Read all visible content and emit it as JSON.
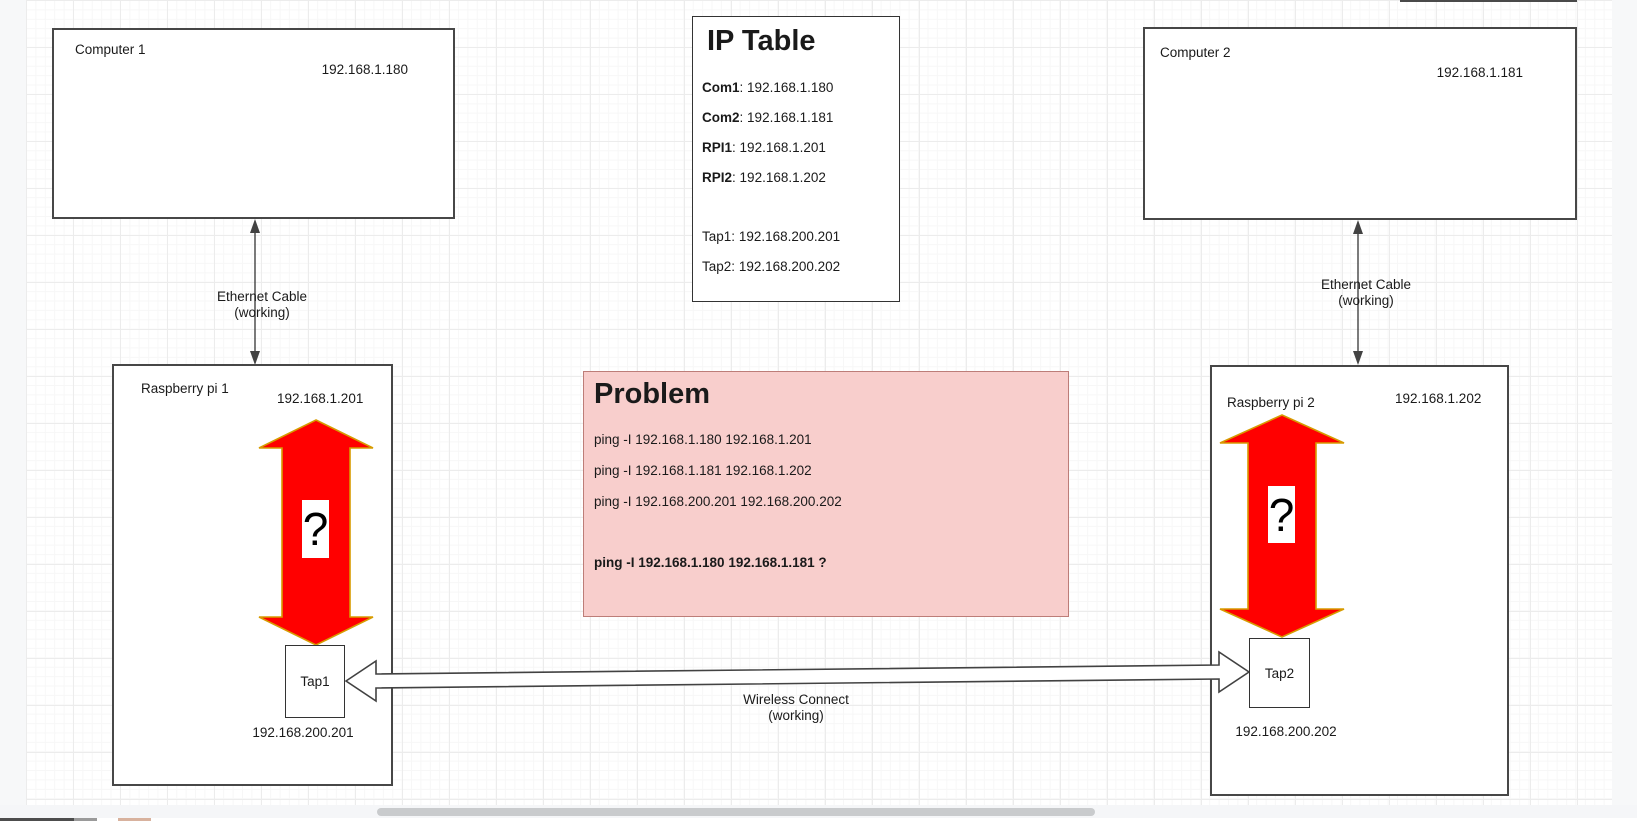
{
  "diagram": {
    "computer1": {
      "title": "Computer 1",
      "ip": "192.168.1.180"
    },
    "computer2": {
      "title": "Computer 2",
      "ip": "192.168.1.181"
    },
    "rpi1": {
      "title": "Raspberry pi 1",
      "ip": "192.168.1.201",
      "tap": "Tap1",
      "tap_ip": "192.168.200.201",
      "question_mark": "?"
    },
    "rpi2": {
      "title": "Raspberry pi 2",
      "ip": "192.168.1.202",
      "tap": "Tap2",
      "tap_ip": "192.168.200.202",
      "question_mark": "?"
    },
    "ip_table": {
      "title": "IP Table",
      "sep": ":",
      "entries": [
        {
          "label": "Com1",
          "value": "192.168.1.180"
        },
        {
          "label": "Com2",
          "value": "192.168.1.181"
        },
        {
          "label": "RPI1",
          "value": "192.168.1.201"
        },
        {
          "label": "RPI2",
          "value": "192.168.1.202"
        },
        {
          "label": "Tap1",
          "value": "192.168.200.201"
        },
        {
          "label": "Tap2",
          "value": "192.168.200.202"
        }
      ]
    },
    "problem": {
      "title": "Problem",
      "lines": [
        "ping -I 192.168.1.180 192.168.1.201",
        "ping -I 192.168.1.181 192.168.1.202",
        "ping -I 192.168.200.201 192.168.200.202"
      ],
      "bold_line": "ping -I 192.168.1.180 192.168.1.181 ?"
    },
    "edges": {
      "ethernet1": {
        "line1": "Ethernet Cable",
        "line2": "(working)"
      },
      "ethernet2": {
        "line1": "Ethernet Cable",
        "line2": "(working)"
      },
      "wireless": {
        "line1": "Wireless Connect",
        "line2": "(working)"
      }
    }
  },
  "colors": {
    "red_arrow_fill": "#ff0000",
    "red_arrow_stroke": "#d79b00",
    "problem_fill": "#f8cecc",
    "problem_stroke": "#bd7d78",
    "box_stroke": "#474747",
    "edge_color": "#424242",
    "grid_minor": "#f7f7f7",
    "grid_major": "#ececec"
  }
}
